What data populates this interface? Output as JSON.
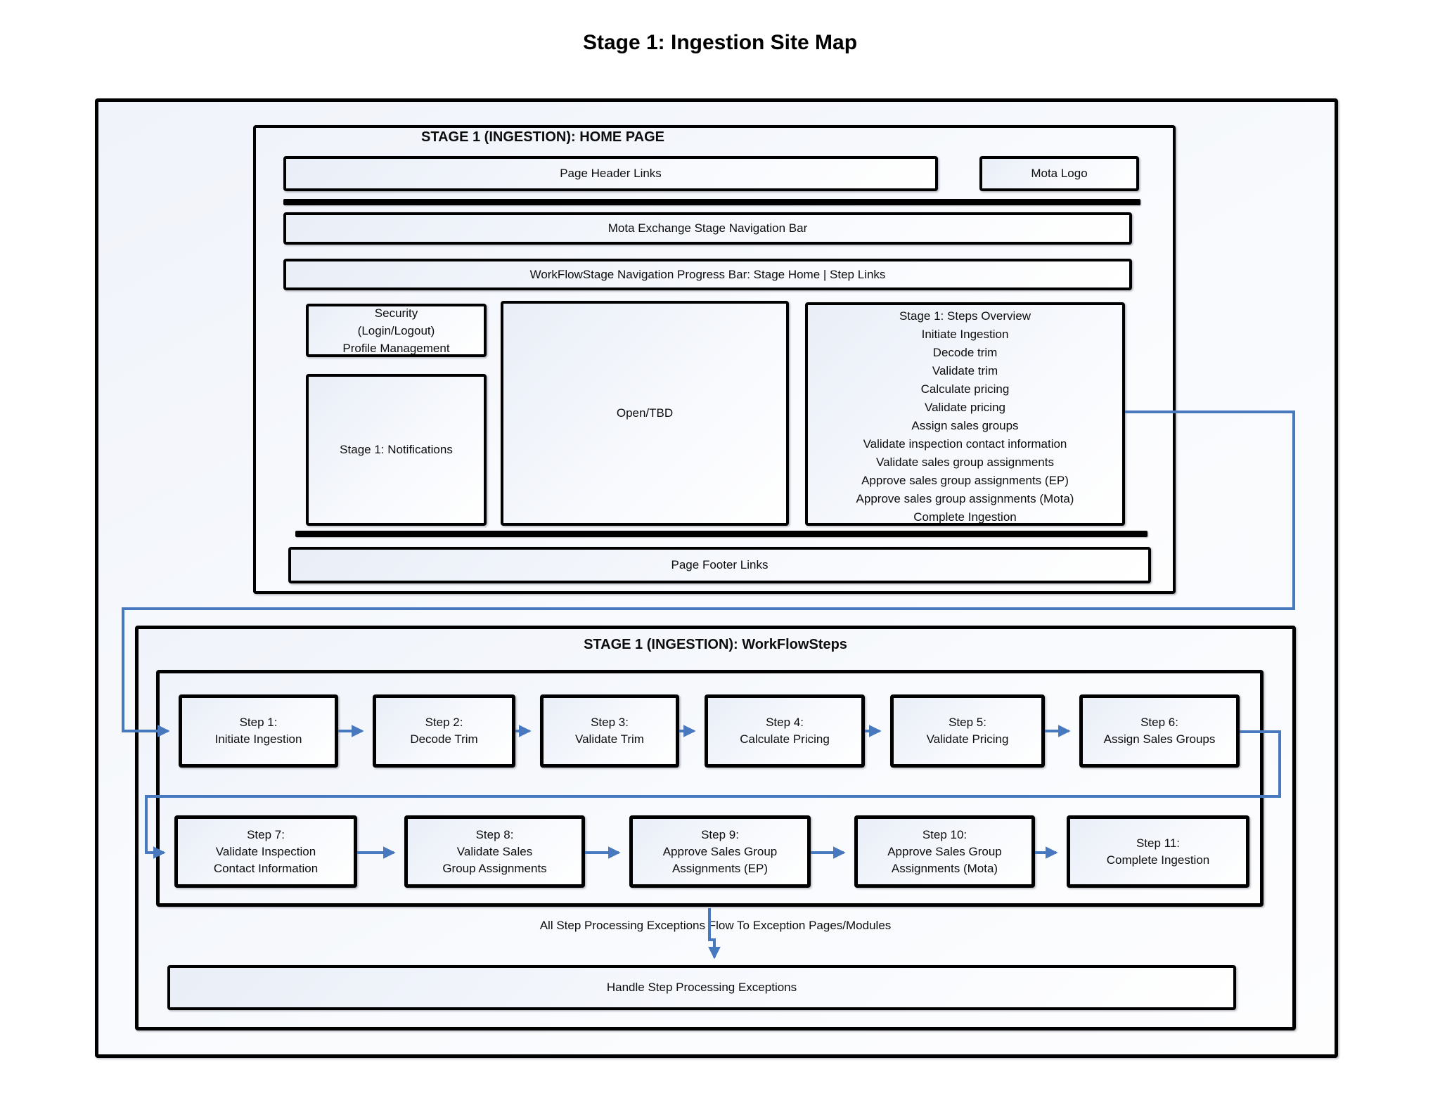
{
  "page_title": "Stage 1: Ingestion Site Map",
  "colors": {
    "connector_blue": "#4878bd",
    "box_border": "#000000",
    "box_fill_tint": "#e9eef7"
  },
  "home_page": {
    "header": "STAGE 1 (INGESTION): HOME PAGE",
    "page_header_links": "Page Header Links",
    "mota_logo": "Mota Logo",
    "stage_nav_bar": "Mota Exchange Stage Navigation Bar",
    "progress_bar": "WorkFlowStage Navigation Progress Bar: Stage Home | Step Links",
    "security_lines": [
      "Security",
      "(Login/Logout)",
      "Profile Management"
    ],
    "notifications": "Stage 1: Notifications",
    "open_tbd": "Open/TBD",
    "steps_overview": {
      "title": "Stage 1: Steps Overview",
      "items": [
        "Initiate Ingestion",
        "Decode trim",
        "Validate trim",
        "Calculate pricing",
        "Validate pricing",
        "Assign sales groups",
        "Validate inspection contact information",
        "Validate sales group assignments",
        "Approve sales group assignments (EP)",
        "Approve sales group assignments (Mota)",
        "Complete Ingestion"
      ]
    },
    "page_footer_links": "Page Footer Links"
  },
  "workflow": {
    "header": "STAGE 1 (INGESTION): WorkFlowSteps",
    "steps": [
      {
        "label": "Step 1:",
        "name": "Initiate Ingestion"
      },
      {
        "label": "Step 2:",
        "name": "Decode Trim"
      },
      {
        "label": "Step 3:",
        "name": "Validate Trim"
      },
      {
        "label": "Step 4:",
        "name": "Calculate Pricing"
      },
      {
        "label": "Step 5:",
        "name": "Validate Pricing"
      },
      {
        "label": "Step 6:",
        "name": "Assign Sales Groups"
      },
      {
        "label": "Step 7:",
        "name": "Validate Inspection Contact Information"
      },
      {
        "label": "Step 8:",
        "name": "Validate Sales Group Assignments"
      },
      {
        "label": "Step 9:",
        "name": "Approve Sales Group Assignments (EP)"
      },
      {
        "label": "Step 10:",
        "name": "Approve Sales Group Assignments (Mota)"
      },
      {
        "label": "Step 11:",
        "name": "Complete Ingestion"
      }
    ],
    "exceptions_note": "All Step Processing Exceptions Flow To Exception Pages/Modules",
    "exception_handler": "Handle Step Processing Exceptions"
  }
}
